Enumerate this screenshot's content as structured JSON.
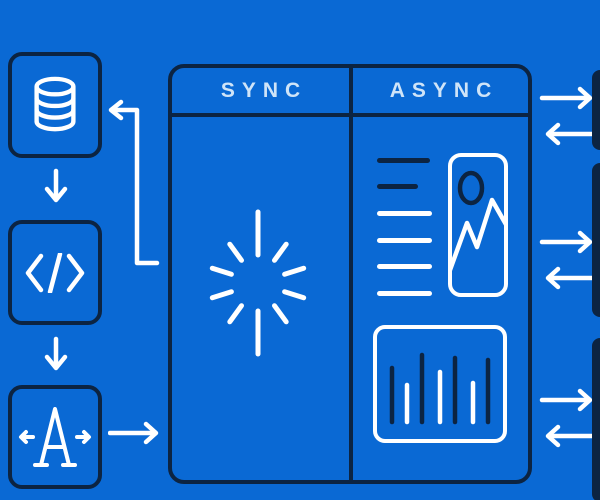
{
  "colors": {
    "background": "#0a69d4",
    "outline": "#0c2442",
    "icon_white": "#ffffff",
    "header_text": "#cfe4f8"
  },
  "panel": {
    "columns": [
      {
        "label": "SYNC",
        "content": "spinner-icon"
      },
      {
        "label": "ASYNC",
        "content": [
          "article-with-image",
          "bar-chart-card"
        ]
      }
    ]
  },
  "pipeline_nodes": [
    {
      "icon": "database-icon"
    },
    {
      "icon": "code-icon"
    },
    {
      "icon": "typography-icon"
    }
  ],
  "connectors": {
    "down_arrows": 2,
    "node_to_panel_arrow": 1,
    "panel_to_database_elbow_arrow": 1,
    "right_swap_arrow_pairs": 3,
    "right_edge_partial_boxes": 3
  },
  "spinner": {
    "spokes": 10,
    "long_spokes": [
      0,
      5
    ]
  },
  "article": {
    "lines": [
      {
        "tone": "dark",
        "width": 53
      },
      {
        "tone": "dark",
        "width": 41
      },
      {
        "tone": "white",
        "width": 55
      },
      {
        "tone": "white",
        "width": 55
      },
      {
        "tone": "white",
        "width": 55
      },
      {
        "tone": "white",
        "width": 55
      }
    ]
  },
  "bar_chart": {
    "bars": [
      {
        "tone": "dark",
        "height": 54
      },
      {
        "tone": "white",
        "height": 37
      },
      {
        "tone": "dark",
        "height": 67
      },
      {
        "tone": "white",
        "height": 50
      },
      {
        "tone": "dark",
        "height": 64
      },
      {
        "tone": "white",
        "height": 39
      },
      {
        "tone": "dark",
        "height": 62
      }
    ]
  }
}
